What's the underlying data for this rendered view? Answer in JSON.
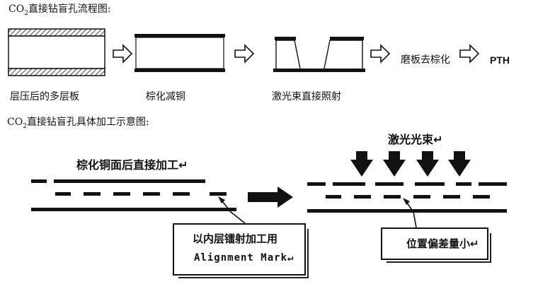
{
  "title_flow": {
    "pre": "CO",
    "sub": "2",
    "post": "直接钻盲孔流程图:"
  },
  "flow_captions": {
    "multilayer": "层压后的多层板",
    "brown_oxide": "棕化减铜",
    "laser": "激光束直接照射"
  },
  "flow_steps": {
    "grind": "磨板去棕化",
    "pth": "PTH"
  },
  "title_process": {
    "pre": "CO",
    "sub": "2",
    "post": "直接钻盲孔具体加工示意图:"
  },
  "process": {
    "left_heading": "棕化铜面后直接加工↵",
    "right_heading": "激光光束↵",
    "callout_left_line1": "以内层镭射加工用",
    "callout_left_line2": "Alignment  Mark↵",
    "callout_right": "位置偏差量小↵"
  },
  "colors": {
    "ink": "#111111",
    "hatch": "#555555",
    "paper": "#ffffff"
  }
}
